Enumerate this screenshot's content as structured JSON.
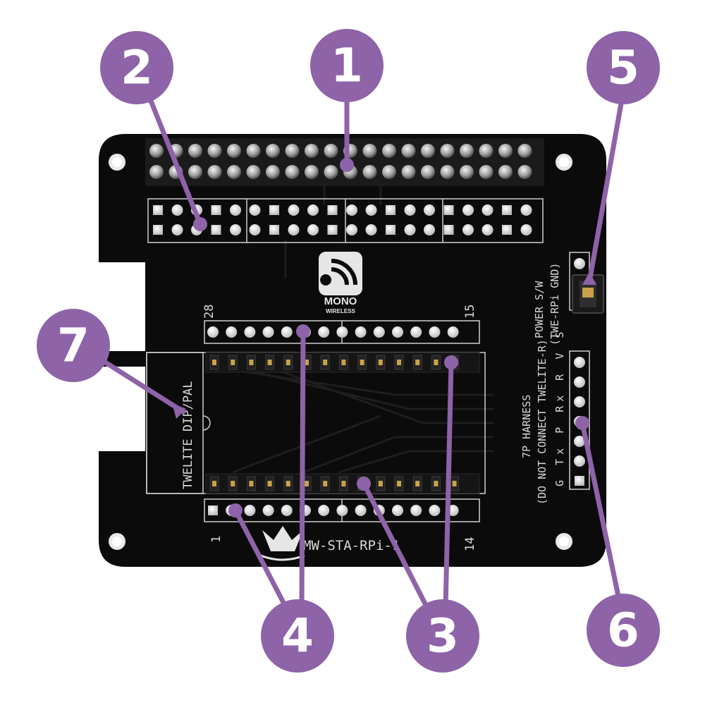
{
  "board": {
    "label_28": "28",
    "label_15": "15",
    "label_1": "1",
    "label_14": "14",
    "board_name": "MW-STA-RPi-1",
    "power_switch_label": "POWER S/W",
    "power_switch_sub": "(TWE-RPi GND)",
    "harness_title": "7P HARNESS",
    "harness_note": "(DO NOT CONNECT TWELITE-R)",
    "harness_pins": "G Tx P Rx R V S",
    "module_label": "TWELITE DIP/PAL",
    "logo_line1": "MONO",
    "logo_line2": "WIRELESS"
  },
  "callouts": [
    "1",
    "2",
    "3",
    "4",
    "5",
    "6",
    "7"
  ],
  "colors": {
    "background": "#ffffff",
    "pcb": "#0b0b0b",
    "silkscreen": "#d9d9d9",
    "callout": "#8e63a8",
    "pin_gold": "#caa24a"
  },
  "icons": [
    "gpio-header-icon",
    "logo-icon",
    "switch-icon"
  ]
}
